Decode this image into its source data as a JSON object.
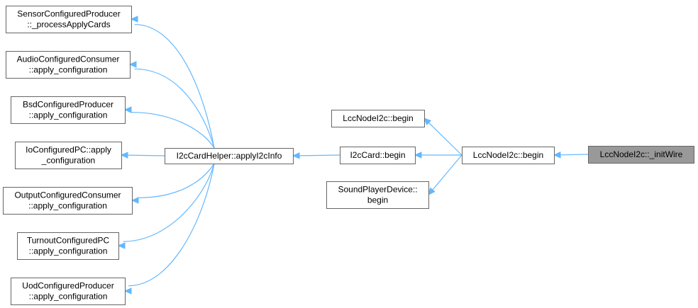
{
  "graph": {
    "colors": {
      "edge": "#63b8ff",
      "node_border": "#666666",
      "node_fill": "#ffffff",
      "focus_fill": "#999999",
      "text": "#000000"
    },
    "nodes": [
      {
        "id": "n_sensor",
        "lines": [
          "SensorConfiguredProducer",
          "::_processApplyCards"
        ]
      },
      {
        "id": "n_audio",
        "lines": [
          "AudioConfiguredConsumer",
          "::apply_configuration"
        ]
      },
      {
        "id": "n_bsd",
        "lines": [
          "BsdConfiguredProducer",
          "::apply_configuration"
        ]
      },
      {
        "id": "n_io",
        "lines": [
          "IoConfiguredPC::apply",
          "_configuration"
        ]
      },
      {
        "id": "n_output",
        "lines": [
          "OutputConfiguredConsumer",
          "::apply_configuration"
        ]
      },
      {
        "id": "n_turnout",
        "lines": [
          "TurnoutConfiguredPC",
          "::apply_configuration"
        ]
      },
      {
        "id": "n_uod",
        "lines": [
          "UodConfiguredProducer",
          "::apply_configuration"
        ]
      },
      {
        "id": "n_helper",
        "lines": [
          "I2cCardHelper::applyI2cInfo"
        ]
      },
      {
        "id": "n_lccbegin_top",
        "lines": [
          "LccNodeI2c::begin"
        ]
      },
      {
        "id": "n_i2ccard",
        "lines": [
          "I2cCard::begin"
        ]
      },
      {
        "id": "n_sound",
        "lines": [
          "SoundPlayerDevice::",
          "begin"
        ]
      },
      {
        "id": "n_lccbegin",
        "lines": [
          "LccNodeI2c::begin"
        ]
      },
      {
        "id": "n_initwire",
        "lines": [
          "LccNodeI2c::_initWire"
        ],
        "focus": true
      }
    ],
    "edges": [
      {
        "from": "n_helper",
        "to": "n_sensor"
      },
      {
        "from": "n_helper",
        "to": "n_audio"
      },
      {
        "from": "n_helper",
        "to": "n_bsd"
      },
      {
        "from": "n_helper",
        "to": "n_io"
      },
      {
        "from": "n_helper",
        "to": "n_output"
      },
      {
        "from": "n_helper",
        "to": "n_turnout"
      },
      {
        "from": "n_helper",
        "to": "n_uod"
      },
      {
        "from": "n_i2ccard",
        "to": "n_helper"
      },
      {
        "from": "n_lccbegin",
        "to": "n_lccbegin_top"
      },
      {
        "from": "n_lccbegin",
        "to": "n_i2ccard"
      },
      {
        "from": "n_lccbegin",
        "to": "n_sound"
      },
      {
        "from": "n_initwire",
        "to": "n_lccbegin"
      }
    ]
  }
}
